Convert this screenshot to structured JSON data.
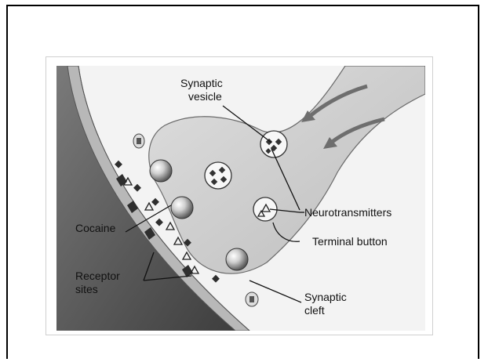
{
  "diagram": {
    "labels": {
      "synaptic_vesicle_line1": "Synaptic",
      "synaptic_vesicle_line2": "vesicle",
      "neurotransmitters": "Neurotransmitters",
      "terminal_button": "Terminal button",
      "cocaine": "Cocaine",
      "receptor_sites_line1": "Receptor",
      "receptor_sites_line2": "sites",
      "synaptic_cleft_line1": "Synaptic",
      "synaptic_cleft_line2": "cleft"
    },
    "colors": {
      "background_dark": "#5a5a5a",
      "membrane": "#bcbcbc",
      "cleft": "#f2f2f2",
      "terminal": "#cfcfcf",
      "vesicle": "#f7f7f7",
      "molecule": "#3a3a3a",
      "arrow": "#6e6e6e"
    }
  }
}
